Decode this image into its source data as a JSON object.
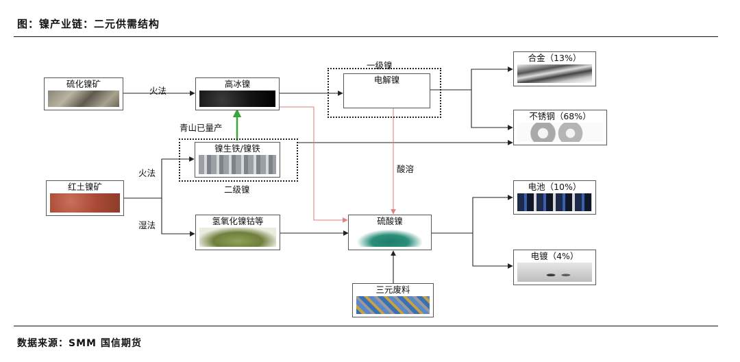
{
  "header": {
    "title": "图：镍产业链：二元供需结构"
  },
  "footer": {
    "source": "数据来源：SMM 国信期货"
  },
  "nodes": {
    "sulfide_ore": "硫化镍矿",
    "matte": "高冰镍",
    "electrolytic": "电解镍",
    "npi": "镍生铁/镍铁",
    "laterite": "红土镍矿",
    "hydroxide": "氢氧化镍钴等",
    "sulfate": "硫酸镍",
    "ternary_waste": "三元废料",
    "alloy": "合金（13%）",
    "stainless": "不锈钢（68%）",
    "battery": "电池（10%）",
    "plating": "电镀（4%）"
  },
  "groups": {
    "class1": "一级镍",
    "class2": "二级镍"
  },
  "edge_labels": {
    "fire_method_1": "火法",
    "fire_method_2": "火法",
    "wet_method": "湿法",
    "acid_dissolve": "酸溶",
    "qingshan": "青山已量产"
  },
  "colors": {
    "arrow": "#222222",
    "acid_arrow": "#e08080",
    "qingshan_arrow": "#3aa53a"
  }
}
